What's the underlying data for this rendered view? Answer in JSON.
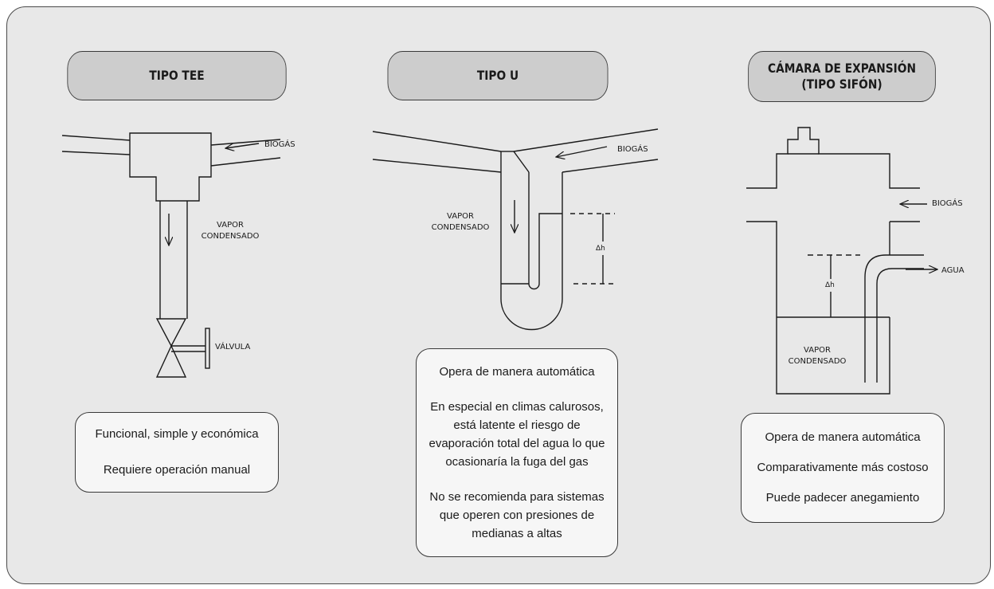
{
  "columns": [
    {
      "title": "TIPO TEE",
      "labels": {
        "biogas": "BIOGÁS",
        "vapor": "VAPOR\nCONDENSADO",
        "valve": "VÁLVULA"
      },
      "notes": [
        "Funcional, simple y económica",
        "Requiere operación manual"
      ]
    },
    {
      "title": "TIPO U",
      "labels": {
        "biogas": "BIOGÁS",
        "vapor": "VAPOR\nCONDENSADO",
        "delta_h": "Δh"
      },
      "notes": [
        "Opera de manera automática",
        "En especial en climas calurosos, está latente el riesgo de evaporación total del agua lo que ocasionaría la fuga del gas",
        "No se recomienda para sistemas que operen con presiones de medianas a altas"
      ]
    },
    {
      "title": "CÁMARA DE EXPANSIÓN\n(TIPO SIFÓN)",
      "labels": {
        "biogas": "BIOGÁS",
        "water": "AGUA",
        "delta_h": "Δh",
        "vapor": "VAPOR\nCONDENSADO"
      },
      "notes": [
        "Opera de manera automática",
        "Comparativamente más costoso",
        "Puede padecer anegamiento"
      ]
    }
  ]
}
